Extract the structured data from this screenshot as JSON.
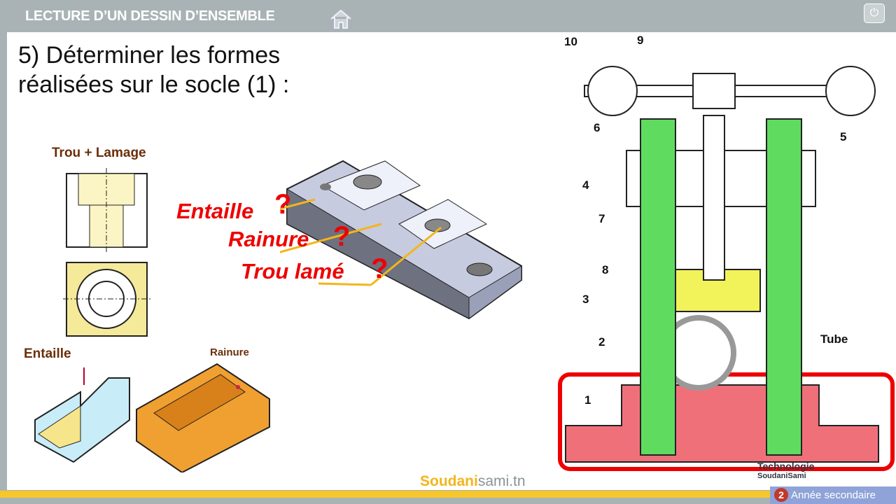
{
  "header": {
    "title": "LECTURE D’UN DESSIN D’ENSEMBLE",
    "home_icon": "home-icon",
    "power_icon": "power-icon"
  },
  "question": {
    "line1": "5) Déterminer les formes",
    "line2": "réalisées sur le socle (1) :"
  },
  "labels": {
    "trou_lamage": "Trou + Lamage",
    "entaille": "Entaille",
    "rainure": "Rainure"
  },
  "answers": [
    {
      "text": "Entaille",
      "mark": "?"
    },
    {
      "text": "Rainure",
      "mark": "?"
    },
    {
      "text": "Trou lamé",
      "mark": "?"
    }
  ],
  "drawing": {
    "numbers": [
      "10",
      "9",
      "6",
      "5",
      "4",
      "7",
      "8",
      "3",
      "2",
      "Tube",
      "1"
    ]
  },
  "footer": {
    "brand_a": "Soudani",
    "brand_b": "sami.tn",
    "tech": "Technologie",
    "tech2": "SoudaniSami",
    "level_num": "2",
    "level": "Année secondaire"
  },
  "colors": {
    "green": "#5fdc5f",
    "pink": "#f0707a",
    "yellow": "#f2f25a",
    "highlight": "#e00000"
  }
}
